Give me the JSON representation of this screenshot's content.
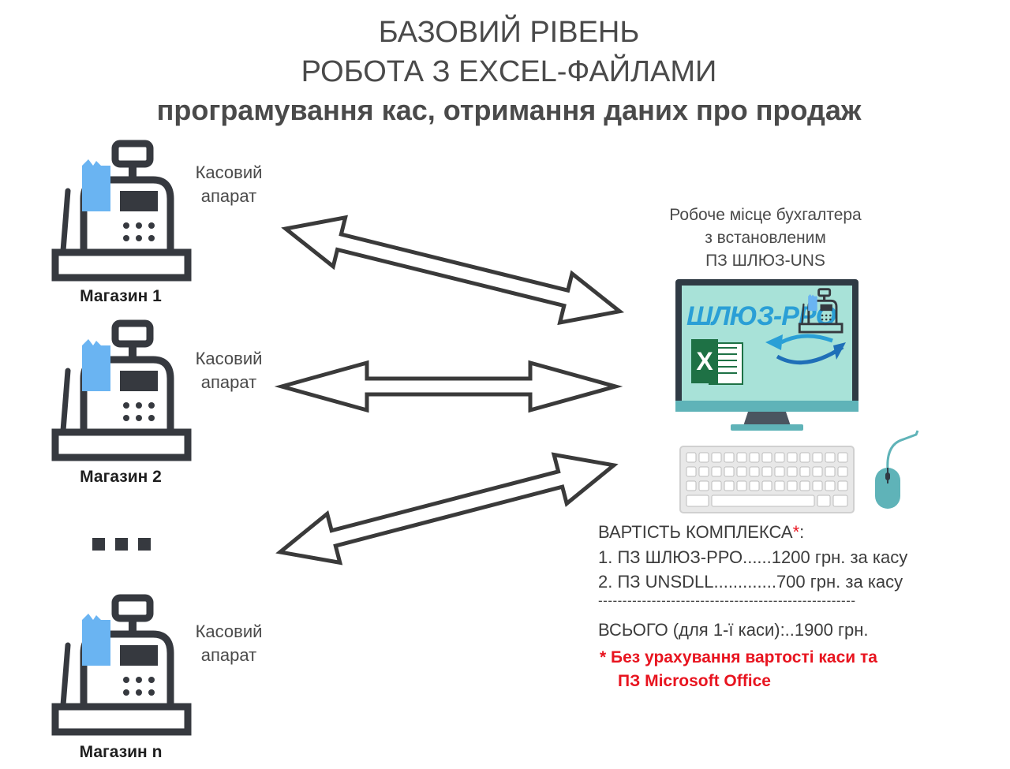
{
  "title": {
    "line1": "БАЗОВИЙ РІВЕНЬ",
    "line2": "РОБОТА З EXCEL-ФАЙЛАМИ",
    "line3": "програмування кас, отримання даних про продаж"
  },
  "stores": [
    {
      "register_label": [
        "Касовий",
        "апарат"
      ],
      "name": "Магазин 1"
    },
    {
      "register_label": [
        "Касовий",
        "апарат"
      ],
      "name": "Магазин 2"
    },
    {
      "register_label": [
        "Касовий",
        "апарат"
      ],
      "name": "Магазин n"
    }
  ],
  "workstation": {
    "label": [
      "Робоче місце бухгалтера",
      "з встановленим",
      "ПЗ ШЛЮЗ-UNS"
    ],
    "screen_logo": "ШЛЮЗ-РРО",
    "excel_letter": "X"
  },
  "cost": {
    "heading": "ВАРТІСТЬ КОМПЛЕКСА",
    "asterisk": "*",
    "colon": ":",
    "item1": "1. ПЗ ШЛЮЗ-РРО......1200 грн. за касу",
    "item2": "2. ПЗ UNSDLL.............700 грн. за касу",
    "separator": "-----------------------------------------------------",
    "total": "ВСЬОГО (для 1-ї каси):..1900 грн."
  },
  "note": {
    "line1": "* Без урахування вартості каси та",
    "line2": "ПЗ Microsoft Office"
  },
  "colors": {
    "icon_dark": "#36393f",
    "receipt_blue": "#6ab4f2",
    "screen_bg": "#a8e2d8",
    "monitor_teal": "#5fb3b8",
    "accent_red": "#e8141f"
  }
}
